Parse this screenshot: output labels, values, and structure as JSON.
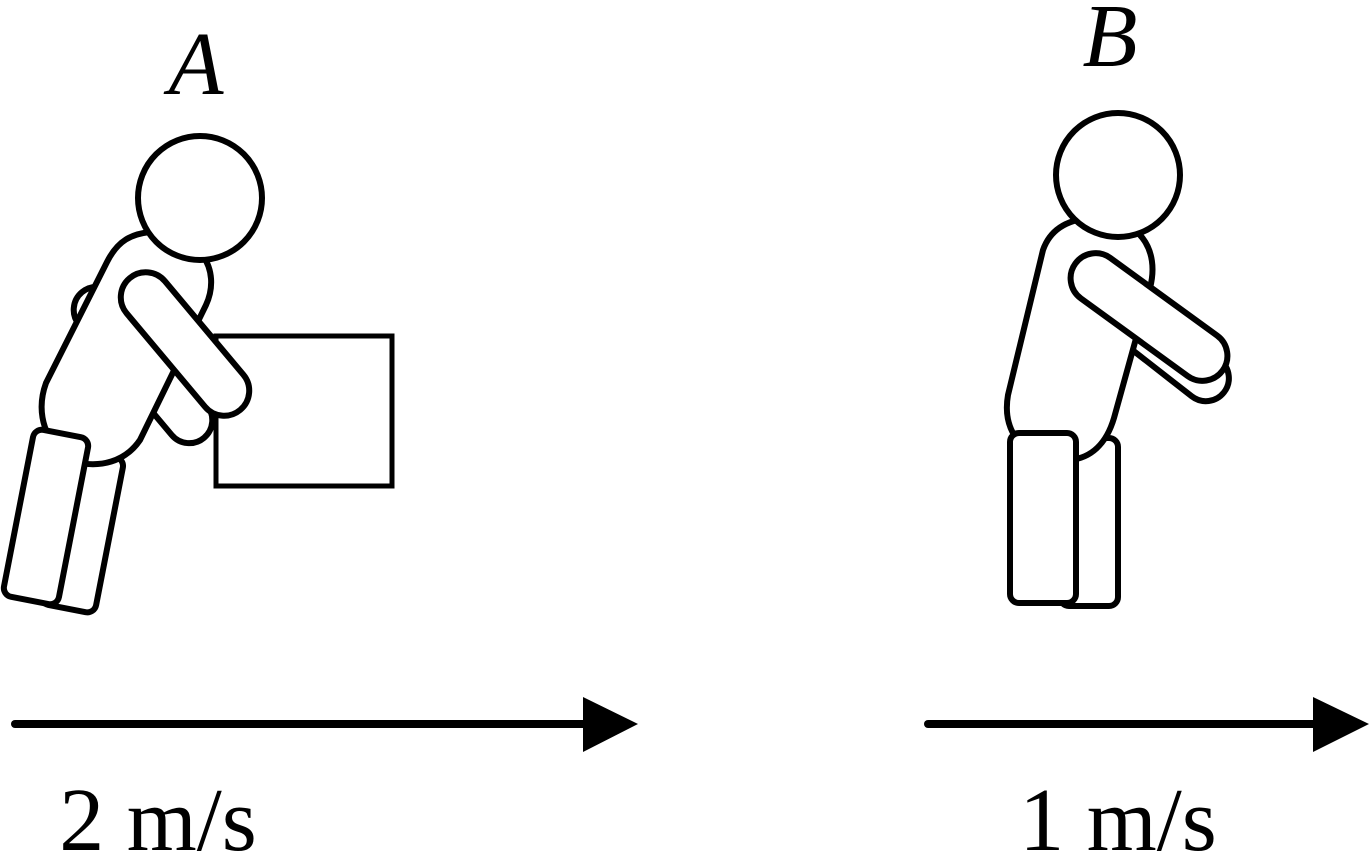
{
  "figures": {
    "a": {
      "label": "A",
      "speed": "2 m/s"
    },
    "b": {
      "label": "B",
      "speed": "1 m/s"
    }
  },
  "colors": {
    "stroke": "#000000",
    "background": "#ffffff"
  }
}
